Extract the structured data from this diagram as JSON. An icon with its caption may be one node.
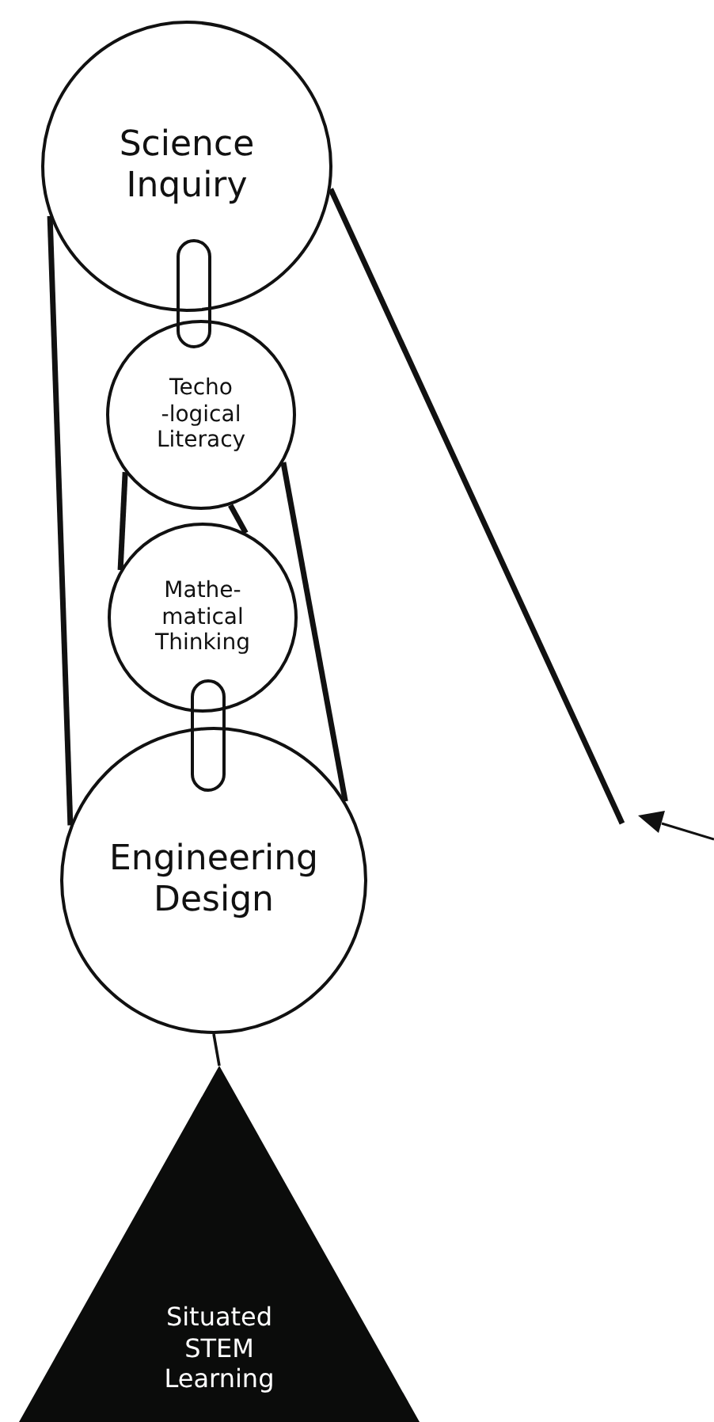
{
  "diagram": {
    "nodes": [
      {
        "text": [
          "Science Inquiry"
        ]
      },
      {
        "text": [
          "Techo -logical Literacy"
        ]
      },
      {
        "text": [
          "Mathe- matical Thinking"
        ]
      },
      {
        "text": [
          "Engineering Design"
        ]
      },
      {
        "text": [
          "Situated STEM Learning"
        ]
      }
    ],
    "edges": [
      {
        "from": 0,
        "to": 1,
        "arrow": "none"
      },
      {
        "from": 2,
        "to": 3,
        "arrow": "none"
      },
      {
        "from": 0,
        "to": 3,
        "arrow": "none"
      },
      {
        "from": 1,
        "to": 2,
        "arrow": "none"
      },
      {
        "from": 1,
        "to": 2,
        "arrow": "none"
      },
      {
        "from": 1,
        "to": 3,
        "arrow": "none"
      },
      {
        "from": 0,
        "to": null,
        "arrow": "none"
      },
      {
        "from": 3,
        "to": 4,
        "arrow": "none"
      }
    ]
  }
}
